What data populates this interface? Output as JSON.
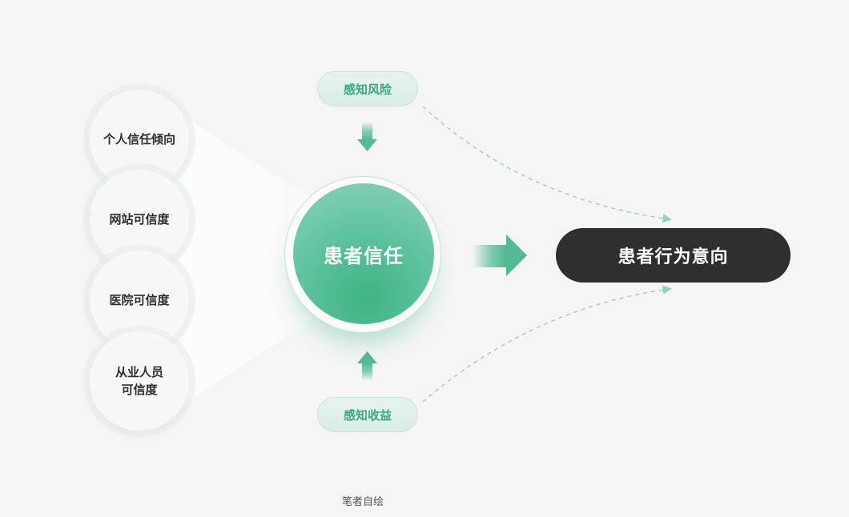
{
  "diagram": {
    "factors": [
      {
        "lines": [
          "个人信任倾向"
        ]
      },
      {
        "lines": [
          "网站可信度"
        ]
      },
      {
        "lines": [
          "医院可信度"
        ]
      },
      {
        "lines": [
          "从业人员",
          "可信度"
        ]
      }
    ],
    "core": {
      "label": "患者信任"
    },
    "perceived_risk": {
      "label": "感知风险"
    },
    "perceived_benefit": {
      "label": "感知收益"
    },
    "outcome": {
      "label": "患者行为意向"
    },
    "caption": "笔者自绘"
  },
  "colors": {
    "background": "#f5f5f5",
    "accent_green": "#4dbb92",
    "pill_text": "#3aa980",
    "outcome_bg": "#2e2f31",
    "dashed_line": "#8fd3bb"
  }
}
